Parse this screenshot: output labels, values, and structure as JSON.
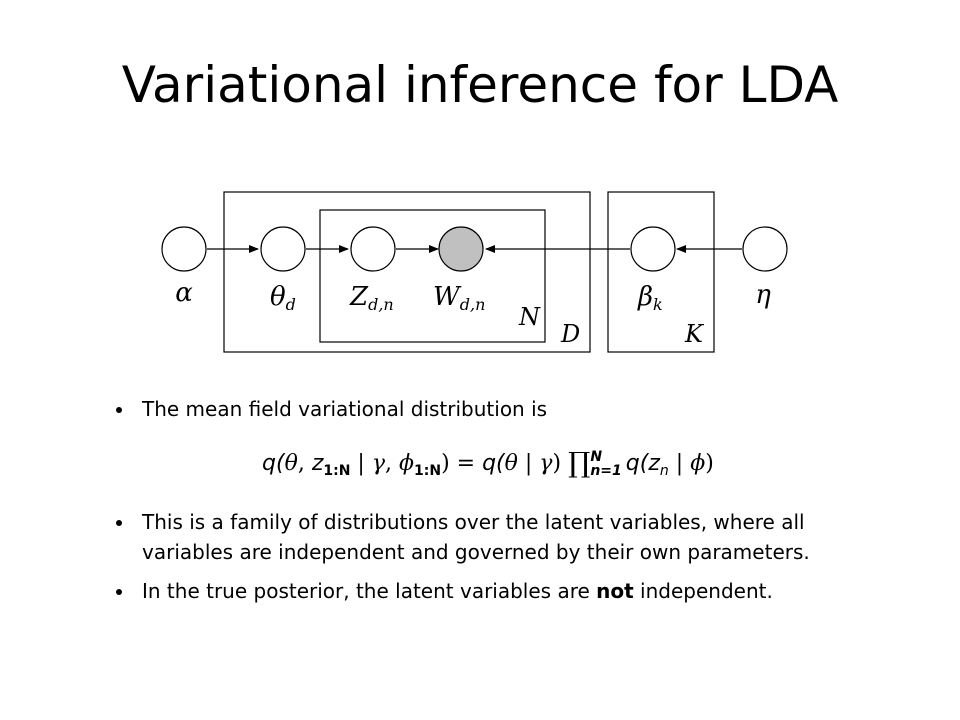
{
  "slide": {
    "title": "Variational inference for LDA"
  },
  "diagram": {
    "nodes": [
      {
        "id": "alpha",
        "label": "α",
        "observed": false
      },
      {
        "id": "theta",
        "label": "θ",
        "subscript": "d",
        "observed": false
      },
      {
        "id": "z",
        "label": "Z",
        "subscript": "d,n",
        "observed": false
      },
      {
        "id": "w",
        "label": "W",
        "subscript": "d,n",
        "observed": true
      },
      {
        "id": "beta",
        "label": "β",
        "subscript": "k",
        "observed": false
      },
      {
        "id": "eta",
        "label": "η",
        "observed": false
      }
    ],
    "plates": [
      {
        "label": "N"
      },
      {
        "label": "D"
      },
      {
        "label": "K"
      }
    ],
    "edges": [
      [
        "alpha",
        "theta"
      ],
      [
        "theta",
        "z"
      ],
      [
        "z",
        "w"
      ],
      [
        "beta",
        "w"
      ],
      [
        "eta",
        "beta"
      ]
    ],
    "colors": {
      "observed_fill": "#c0c0c0",
      "stroke": "#000000"
    }
  },
  "bullets": [
    {
      "text": "The mean field variational distribution is"
    },
    {
      "text": "This is a family of distributions over the latent variables, where all variables are independent and governed by their own parameters."
    },
    {
      "text_before": "In the true posterior, the latent variables are ",
      "emphasis": "not",
      "text_after": " independent."
    }
  ],
  "equation": {
    "lhs_q": "q(",
    "theta": "θ",
    "comma1": ", ",
    "z": "z",
    "z_sub": "1:N",
    "bar1": " | ",
    "gamma": "γ",
    "comma2": ", ",
    "phi": "ϕ",
    "phi_sub": "1:N",
    "close1": ")",
    "equals": " = ",
    "q2": "q(",
    "theta2": "θ",
    "bar2": " | ",
    "gamma2": "γ",
    "close2": ") ",
    "prod": "∏",
    "prod_upper": "N",
    "prod_lower": "n=1",
    "q3": "q(",
    "zn": "z",
    "zn_sub": "n",
    "bar3": " | ",
    "phi2": "ϕ",
    "close3": ")"
  }
}
